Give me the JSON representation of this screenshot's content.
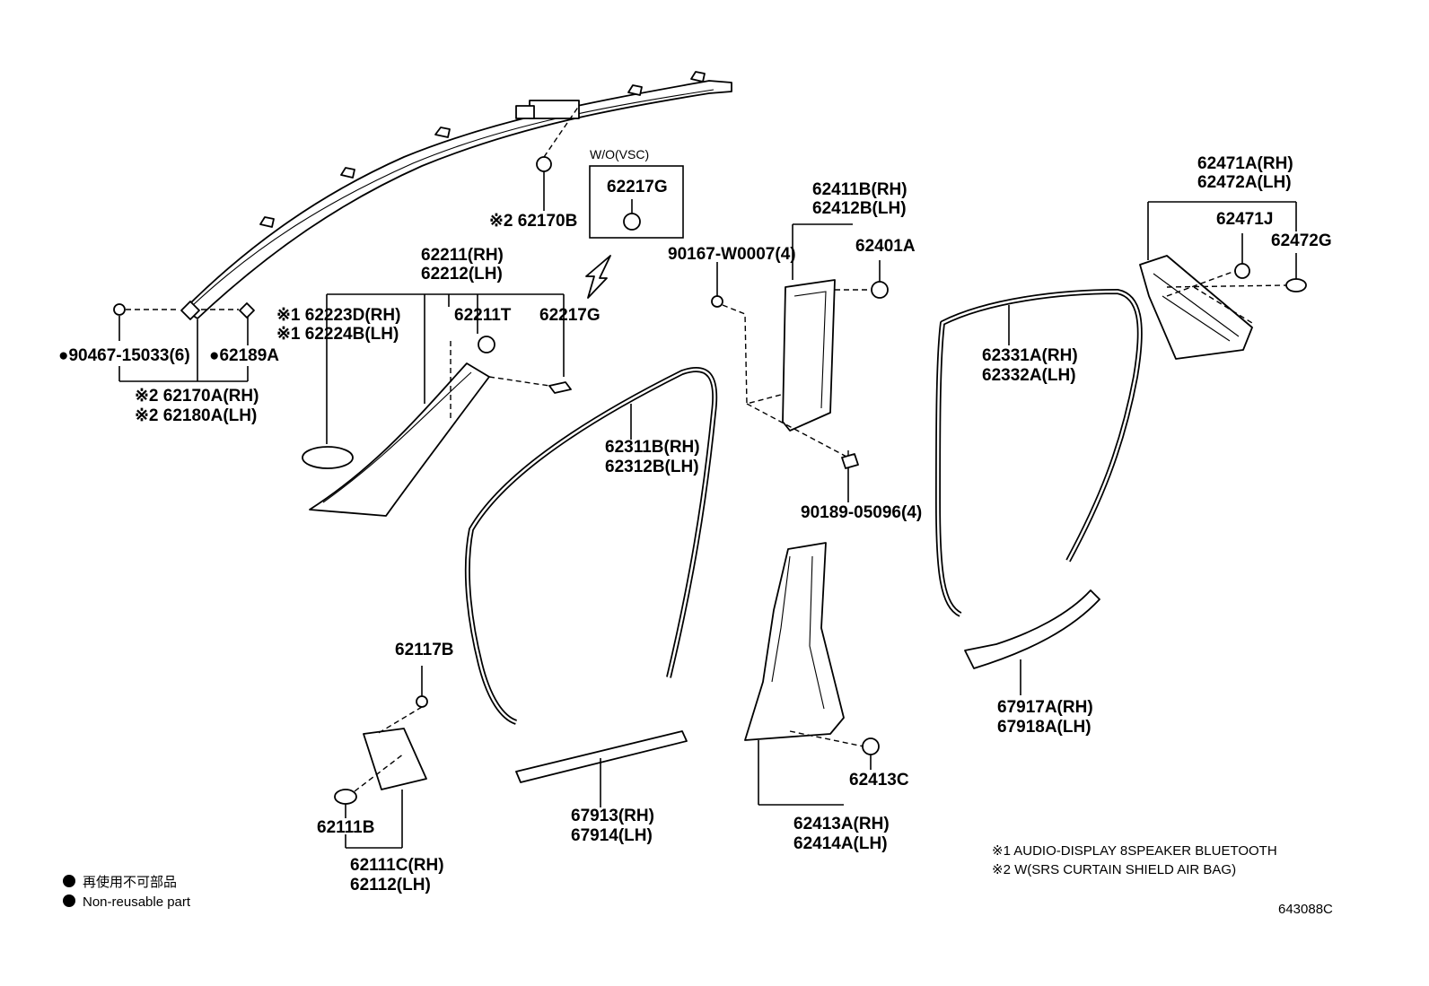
{
  "variant_label": "W/O(VSC)",
  "parts": {
    "p62170B": "※2 62170B",
    "p62217G_box": "62217G",
    "p90467": "●90467-15033(6)",
    "p62189A": "●62189A",
    "p62170A": "※2 62170A(RH)",
    "p62180A": "※2 62180A(LH)",
    "p62211": "62211(RH)",
    "p62212": "62212(LH)",
    "p62223D": "※1 62223D(RH)",
    "p62224B": "※1 62224B(LH)",
    "p62211T": "62211T",
    "p62217G": "62217G",
    "p90167": "90167-W0007(4)",
    "p62411B": "62411B(RH)",
    "p62412B": "62412B(LH)",
    "p62401A": "62401A",
    "p62311B": "62311B(RH)",
    "p62312B": "62312B(LH)",
    "p90189": "90189-05096(4)",
    "p62331A": "62331A(RH)",
    "p62332A": "62332A(LH)",
    "p62471A": "62471A(RH)",
    "p62472A": "62472A(LH)",
    "p62471J": "62471J",
    "p62472G": "62472G",
    "p62117B": "62117B",
    "p62111B": "62111B",
    "p62111C": "62111C(RH)",
    "p62112": "62112(LH)",
    "p67913": "67913(RH)",
    "p67914": "67914(LH)",
    "p62413C": "62413C",
    "p62413A": "62413A(RH)",
    "p62414A": "62414A(LH)",
    "p67917A": "67917A(RH)",
    "p67918A": "67918A(LH)"
  },
  "legend": {
    "jp": "再使用不可部品",
    "en": "Non-reusable part"
  },
  "notes": {
    "n1": "※1  AUDIO-DISPLAY 8SPEAKER BLUETOOTH",
    "n2": "※2  W(SRS CURTAIN SHIELD AIR BAG)"
  },
  "diagram_id": "643088C"
}
